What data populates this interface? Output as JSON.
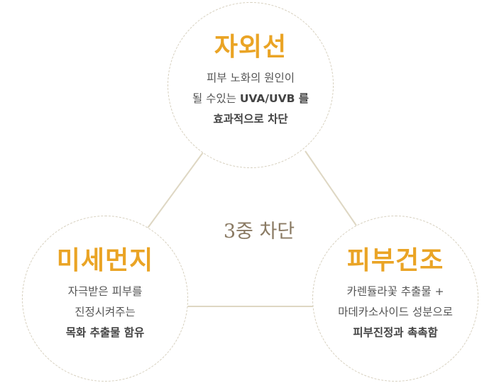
{
  "center_label": "3중 차단",
  "nodes": {
    "top": {
      "title": "자외선",
      "line1": "피부 노화의 원인이",
      "line2_plain": "될 수있는 ",
      "line2_bold": "UVA/UVB 를",
      "line3": "효과적으로 차단"
    },
    "left": {
      "title": "미세먼지",
      "line1": "자극받은 피부를",
      "line2": "진정시켜주는",
      "line3": "목화 추출물 함유"
    },
    "right": {
      "title": "피부건조",
      "line1": "카렌듈라꽃 추출물 +",
      "line2": "마데카소사이드 성분으로",
      "line3": "피부진정과 촉촉함"
    }
  },
  "colors": {
    "title": "#eaa425",
    "connector": "#ded7c3",
    "circle_border": "#d6cfbd",
    "center_label": "#8a7a63"
  }
}
